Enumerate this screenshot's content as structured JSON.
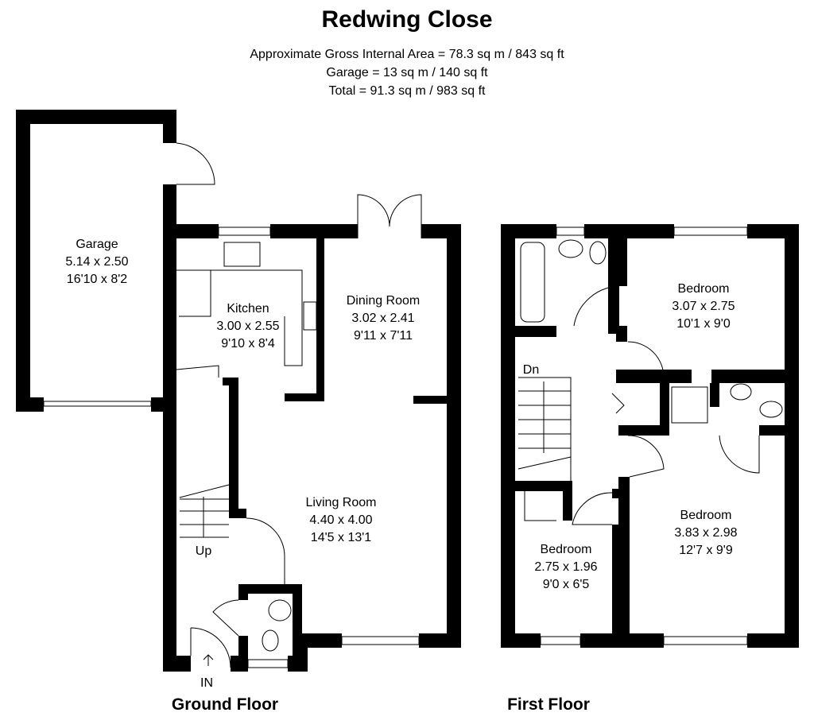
{
  "title": "Redwing Close",
  "areas": {
    "gross": "Approximate Gross Internal Area = 78.3 sq m / 843 sq ft",
    "garage": "Garage = 13 sq m / 140 sq ft",
    "total": "Total = 91.3 sq m / 983 sq ft"
  },
  "ground_floor": {
    "label": "Ground Floor",
    "rooms": [
      {
        "name": "Garage",
        "metric": "5.14 x 2.50",
        "imperial": "16'10 x 8'2"
      },
      {
        "name": "Kitchen",
        "metric": "3.00 x 2.55",
        "imperial": "9'10 x 8'4"
      },
      {
        "name": "Dining Room",
        "metric": "3.02 x 2.41",
        "imperial": "9'11 x 7'11"
      },
      {
        "name": "Living Room",
        "metric": "4.40 x 4.00",
        "imperial": "14'5 x 13'1"
      }
    ],
    "stairs_label": "Up",
    "entrance_label": "IN"
  },
  "first_floor": {
    "label": "First Floor",
    "rooms": [
      {
        "name": "Bedroom",
        "metric": "3.07 x 2.75",
        "imperial": "10'1 x 9'0"
      },
      {
        "name": "Bedroom",
        "metric": "3.83 x 2.98",
        "imperial": "12'7 x 9'9"
      },
      {
        "name": "Bedroom",
        "metric": "2.75 x 1.96",
        "imperial": "9'0 x 6'5"
      }
    ],
    "stairs_label": "Dn"
  }
}
